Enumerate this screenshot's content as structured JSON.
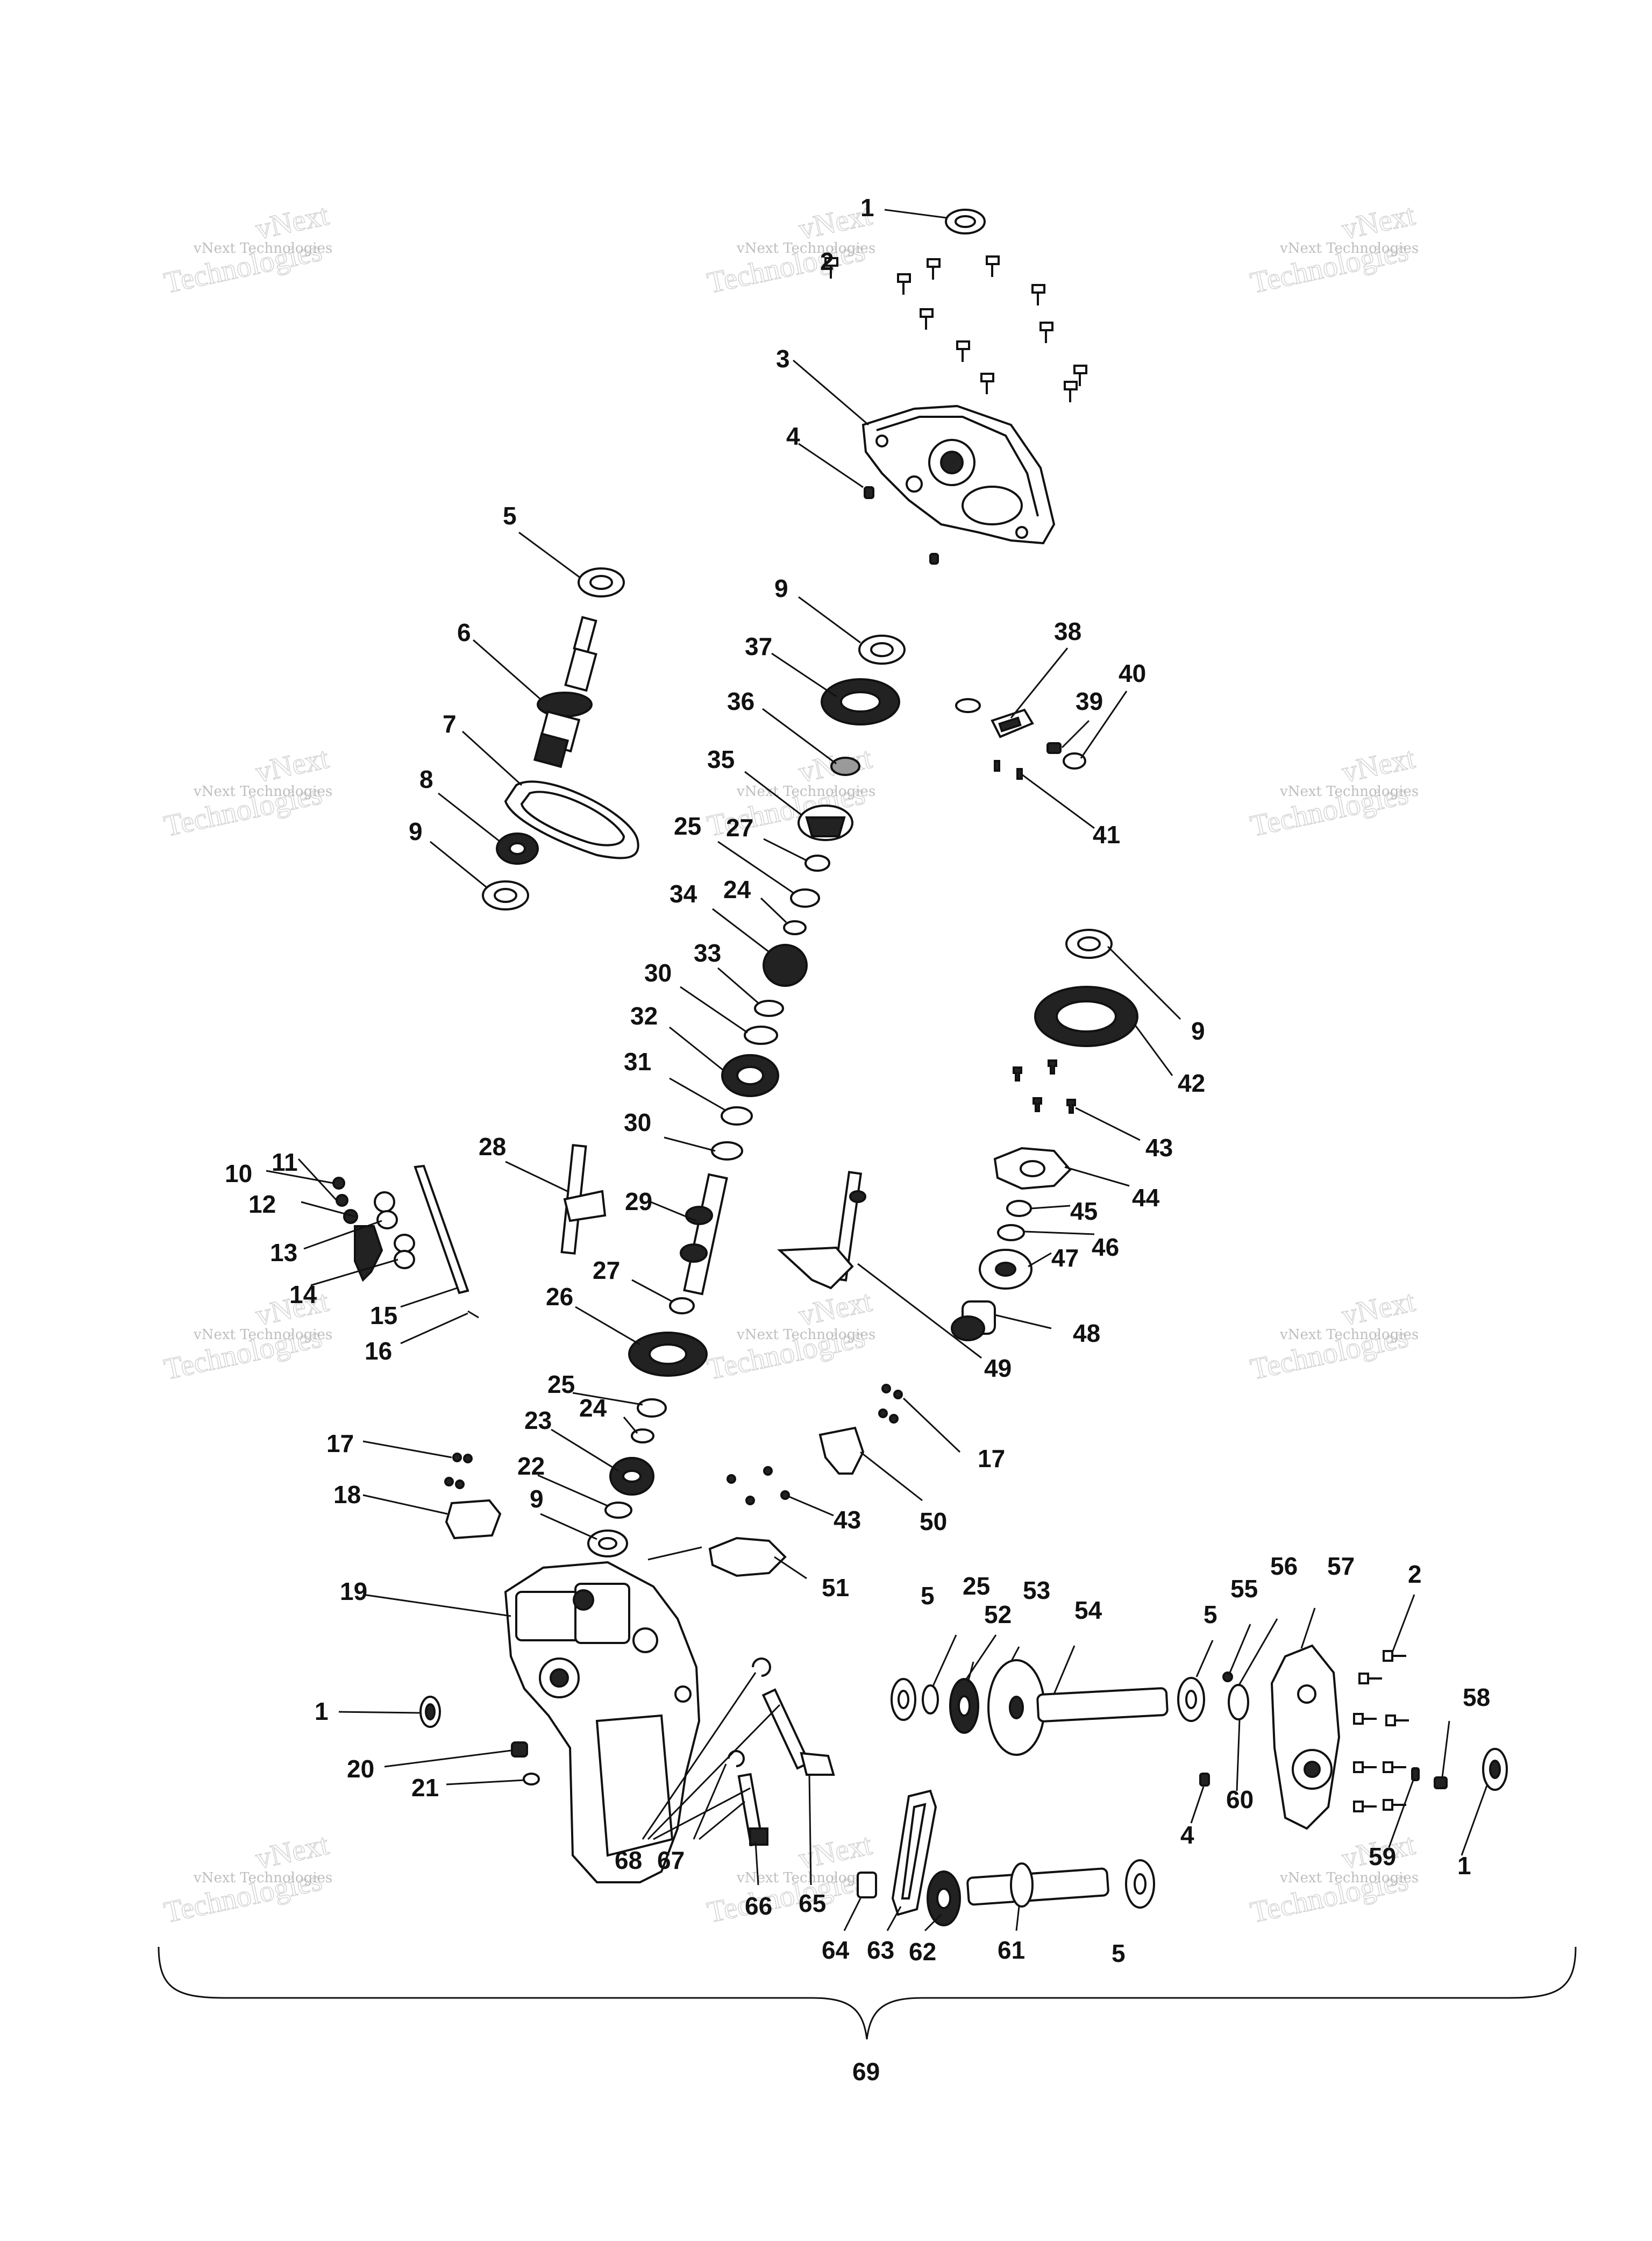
{
  "watermark": {
    "line1": "vNext Technologies",
    "line2": "vNext",
    "line3": "Technologies"
  },
  "assembly_label": "69",
  "callouts": [
    {
      "id": "c-1a",
      "text": "1"
    },
    {
      "id": "c-2a",
      "text": "2"
    },
    {
      "id": "c-3",
      "text": "3"
    },
    {
      "id": "c-4a",
      "text": "4"
    },
    {
      "id": "c-5a",
      "text": "5"
    },
    {
      "id": "c-6",
      "text": "6"
    },
    {
      "id": "c-7",
      "text": "7"
    },
    {
      "id": "c-8",
      "text": "8"
    },
    {
      "id": "c-9a",
      "text": "9"
    },
    {
      "id": "c-9b",
      "text": "9"
    },
    {
      "id": "c-37",
      "text": "37"
    },
    {
      "id": "c-36",
      "text": "36"
    },
    {
      "id": "c-35",
      "text": "35"
    },
    {
      "id": "c-27a",
      "text": "27"
    },
    {
      "id": "c-25a",
      "text": "25"
    },
    {
      "id": "c-24a",
      "text": "24"
    },
    {
      "id": "c-34",
      "text": "34"
    },
    {
      "id": "c-33",
      "text": "33"
    },
    {
      "id": "c-30a",
      "text": "30"
    },
    {
      "id": "c-32",
      "text": "32"
    },
    {
      "id": "c-31",
      "text": "31"
    },
    {
      "id": "c-30b",
      "text": "30"
    },
    {
      "id": "c-38",
      "text": "38"
    },
    {
      "id": "c-39",
      "text": "39"
    },
    {
      "id": "c-40",
      "text": "40"
    },
    {
      "id": "c-41",
      "text": "41"
    },
    {
      "id": "c-9c",
      "text": "9"
    },
    {
      "id": "c-42",
      "text": "42"
    },
    {
      "id": "c-43a",
      "text": "43"
    },
    {
      "id": "c-44",
      "text": "44"
    },
    {
      "id": "c-45",
      "text": "45"
    },
    {
      "id": "c-46",
      "text": "46"
    },
    {
      "id": "c-47",
      "text": "47"
    },
    {
      "id": "c-48",
      "text": "48"
    },
    {
      "id": "c-49",
      "text": "49"
    },
    {
      "id": "c-10",
      "text": "10"
    },
    {
      "id": "c-11",
      "text": "11"
    },
    {
      "id": "c-12",
      "text": "12"
    },
    {
      "id": "c-13",
      "text": "13"
    },
    {
      "id": "c-14",
      "text": "14"
    },
    {
      "id": "c-15",
      "text": "15"
    },
    {
      "id": "c-16",
      "text": "16"
    },
    {
      "id": "c-28",
      "text": "28"
    },
    {
      "id": "c-29",
      "text": "29"
    },
    {
      "id": "c-27b",
      "text": "27"
    },
    {
      "id": "c-26",
      "text": "26"
    },
    {
      "id": "c-25b",
      "text": "25"
    },
    {
      "id": "c-24b",
      "text": "24"
    },
    {
      "id": "c-23",
      "text": "23"
    },
    {
      "id": "c-22",
      "text": "22"
    },
    {
      "id": "c-9d",
      "text": "9"
    },
    {
      "id": "c-17a",
      "text": "17"
    },
    {
      "id": "c-18",
      "text": "18"
    },
    {
      "id": "c-17b",
      "text": "17"
    },
    {
      "id": "c-50",
      "text": "50"
    },
    {
      "id": "c-43b",
      "text": "43"
    },
    {
      "id": "c-51",
      "text": "51"
    },
    {
      "id": "c-19",
      "text": "19"
    },
    {
      "id": "c-1b",
      "text": "1"
    },
    {
      "id": "c-20",
      "text": "20"
    },
    {
      "id": "c-21",
      "text": "21"
    },
    {
      "id": "c-68",
      "text": "68"
    },
    {
      "id": "c-67",
      "text": "67"
    },
    {
      "id": "c-66",
      "text": "66"
    },
    {
      "id": "c-65",
      "text": "65"
    },
    {
      "id": "c-64",
      "text": "64"
    },
    {
      "id": "c-63",
      "text": "63"
    },
    {
      "id": "c-62",
      "text": "62"
    },
    {
      "id": "c-61",
      "text": "61"
    },
    {
      "id": "c-5b",
      "text": "5"
    },
    {
      "id": "c-25c",
      "text": "25"
    },
    {
      "id": "c-52",
      "text": "52"
    },
    {
      "id": "c-53",
      "text": "53"
    },
    {
      "id": "c-54",
      "text": "54"
    },
    {
      "id": "c-5c",
      "text": "5"
    },
    {
      "id": "c-5d",
      "text": "5"
    },
    {
      "id": "c-55",
      "text": "55"
    },
    {
      "id": "c-56",
      "text": "56"
    },
    {
      "id": "c-57",
      "text": "57"
    },
    {
      "id": "c-2b",
      "text": "2"
    },
    {
      "id": "c-58",
      "text": "58"
    },
    {
      "id": "c-60",
      "text": "60"
    },
    {
      "id": "c-4b",
      "text": "4"
    },
    {
      "id": "c-59",
      "text": "59"
    },
    {
      "id": "c-1c",
      "text": "1"
    }
  ]
}
